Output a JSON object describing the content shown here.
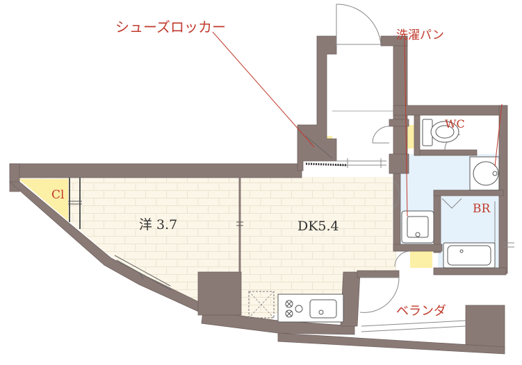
{
  "labels": {
    "shoe_locker": "シューズロッカー",
    "washing_pan": "洗濯パン",
    "wc": "WC",
    "cl": "Cl",
    "western_room": "洋 3.7",
    "dk": "DK5.4",
    "br": "BR",
    "veranda": "ベランダ"
  },
  "colors": {
    "wall": "#8a7a76",
    "floor": "#fbf6e8",
    "floor_lines": "#ebe3cf",
    "wet_floor": "#e6f2fb",
    "closet": "#fcefa6",
    "annotation": "#c0392b"
  }
}
